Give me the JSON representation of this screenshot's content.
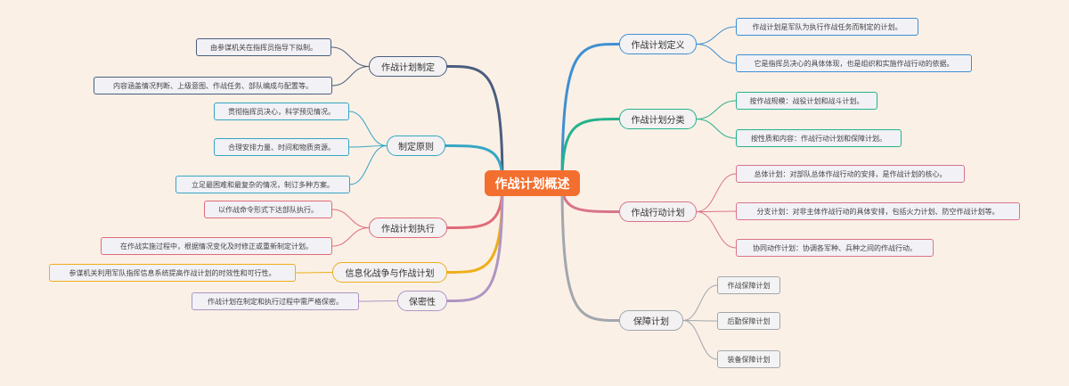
{
  "root": {
    "label": "作战计划概述"
  },
  "colors": {
    "root": "#f36f2f",
    "jihua_zhiding": "#4a5e7e",
    "zhiding_yuanze": "#35a6c4",
    "zhixing": "#e06b7a",
    "xinxihua": "#eeae1c",
    "baomi": "#ae95c3",
    "dingyi": "#3f8fd2",
    "fenlei": "#25b28c",
    "xingdong": "#d9748b",
    "baozhang": "#a2a7ad"
  },
  "branches": [
    {
      "id": "b1",
      "label": "作战计划制定",
      "children": [
        "由参谋机关在指挥员指导下拟制。",
        "内容涵盖情况判断、上级意图、作战任务、部队编成与配置等。"
      ]
    },
    {
      "id": "b2",
      "label": "制定原则",
      "children": [
        "贯彻指挥员决心，科学预见情况。",
        "合理安排力量、时间和物质资源。",
        "立足最困难和最复杂的情况，制订多种方案。"
      ]
    },
    {
      "id": "b3",
      "label": "作战计划执行",
      "children": [
        "以作战命令形式下达部队执行。",
        "在作战实施过程中，根据情况变化及时修正或重新制定计划。"
      ]
    },
    {
      "id": "b4",
      "label": "信息化战争与作战计划",
      "children": [
        "参谋机关利用军队指挥信息系统提高作战计划的时效性和可行性。"
      ]
    },
    {
      "id": "b5",
      "label": "保密性",
      "children": [
        "作战计划在制定和执行过程中需严格保密。"
      ]
    },
    {
      "id": "b6",
      "label": "作战计划定义",
      "children": [
        "作战计划是军队为执行作战任务而制定的计划。",
        "它是指挥员决心的具体体现，也是组织和实施作战行动的依据。"
      ]
    },
    {
      "id": "b7",
      "label": "作战计划分类",
      "children": [
        "按作战规模：战役计划和战斗计划。",
        "按性质和内容：作战行动计划和保障计划。"
      ]
    },
    {
      "id": "b8",
      "label": "作战行动计划",
      "children": [
        "总体计划：对部队总体作战行动的安排，是作战计划的核心。",
        "分支计划：对非主体作战行动的具体安排，包括火力计划、防空作战计划等。",
        "协同动作计划：协调各军种、兵种之间的作战行动。"
      ]
    },
    {
      "id": "b9",
      "label": "保障计划",
      "children": [
        "作战保障计划",
        "后勤保障计划",
        "装备保障计划"
      ]
    }
  ]
}
